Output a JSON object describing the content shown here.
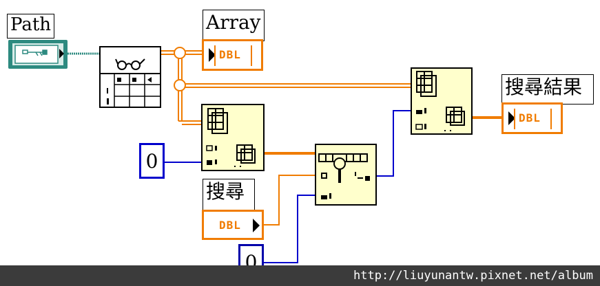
{
  "labels": {
    "path": "Path",
    "array": "Array",
    "search_result": "搜尋結果",
    "search": "搜尋"
  },
  "constants": {
    "index_a": "0",
    "index_b": "0"
  },
  "indicators": {
    "array_type": "DBL",
    "result_type": "DBL",
    "search_type": "DBL"
  },
  "colors": {
    "wire_orange": "#f07c00",
    "wire_blue": "#0000cc",
    "wire_path": "#2d8a80",
    "node_fill": "#ffffcc"
  },
  "footer": {
    "url": "http://liuyunantw.pixnet.net/album"
  }
}
